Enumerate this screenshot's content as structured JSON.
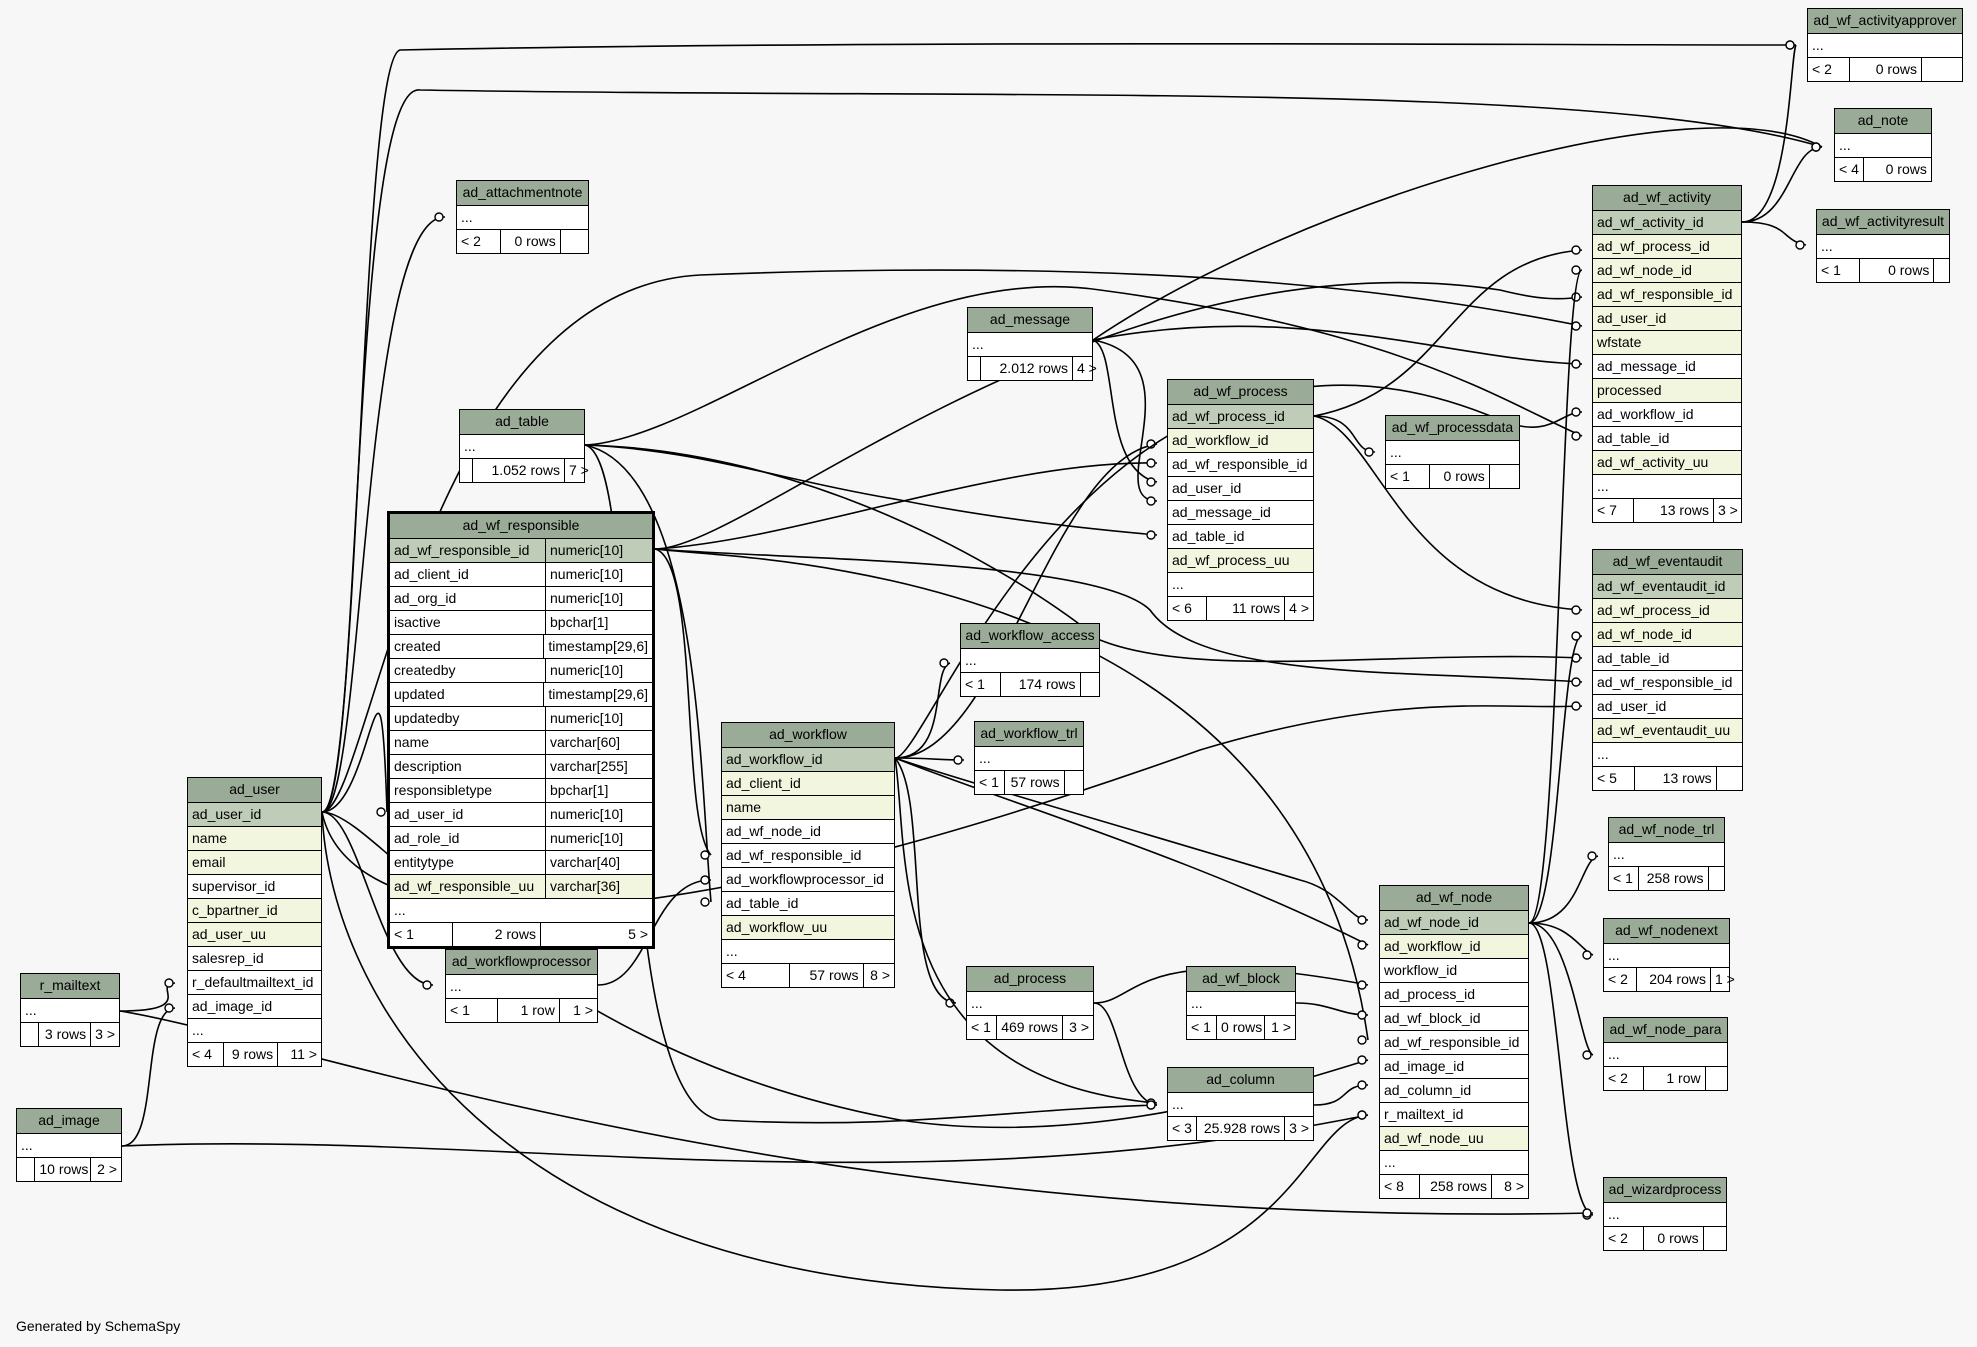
{
  "footer": "Generated by SchemaSpy",
  "colors": {
    "header": "#9aab97",
    "primary_key": "#bfcdb8",
    "indexed": "#f3f6de",
    "plain": "#ffffff",
    "edge": "#000000"
  },
  "tables": [
    {
      "id": "ad_wf_activityapprover",
      "title": "ad_wf_activityapprover",
      "rows": [],
      "footer": [
        "< 2",
        "0 rows",
        ""
      ]
    },
    {
      "id": "ad_note",
      "title": "ad_note",
      "rows": [],
      "footer": [
        "< 4",
        "0 rows",
        ""
      ]
    },
    {
      "id": "ad_wf_activity",
      "title": "ad_wf_activity",
      "rows": [
        {
          "name": "ad_wf_activity_id",
          "kind": "pk"
        },
        {
          "name": "ad_wf_process_id",
          "kind": "idx"
        },
        {
          "name": "ad_wf_node_id",
          "kind": "idx"
        },
        {
          "name": "ad_wf_responsible_id",
          "kind": "idx"
        },
        {
          "name": "ad_user_id",
          "kind": "idx"
        },
        {
          "name": "wfstate",
          "kind": "idx"
        },
        {
          "name": "ad_message_id",
          "kind": "plain"
        },
        {
          "name": "processed",
          "kind": "idx"
        },
        {
          "name": "ad_workflow_id",
          "kind": "plain"
        },
        {
          "name": "ad_table_id",
          "kind": "plain"
        },
        {
          "name": "ad_wf_activity_uu",
          "kind": "idx"
        }
      ],
      "footer": [
        "< 7",
        "13 rows",
        "3 >"
      ]
    },
    {
      "id": "ad_wf_activityresult",
      "title": "ad_wf_activityresult",
      "rows": [],
      "footer": [
        "< 1",
        "0 rows",
        ""
      ]
    },
    {
      "id": "ad_attachmentnote",
      "title": "ad_attachmentnote",
      "rows": [],
      "footer": [
        "< 2",
        "0 rows",
        ""
      ]
    },
    {
      "id": "ad_message",
      "title": "ad_message",
      "rows": [],
      "footer": [
        "",
        "2.012 rows",
        "4 >"
      ]
    },
    {
      "id": "ad_wf_process",
      "title": "ad_wf_process",
      "rows": [
        {
          "name": "ad_wf_process_id",
          "kind": "pk"
        },
        {
          "name": "ad_workflow_id",
          "kind": "idx"
        },
        {
          "name": "ad_wf_responsible_id",
          "kind": "plain"
        },
        {
          "name": "ad_user_id",
          "kind": "plain"
        },
        {
          "name": "ad_message_id",
          "kind": "plain"
        },
        {
          "name": "ad_table_id",
          "kind": "plain"
        },
        {
          "name": "ad_wf_process_uu",
          "kind": "idx"
        }
      ],
      "footer": [
        "< 6",
        "11 rows",
        "4 >"
      ]
    },
    {
      "id": "ad_wf_processdata",
      "title": "ad_wf_processdata",
      "rows": [],
      "footer": [
        "< 1",
        "0 rows",
        ""
      ]
    },
    {
      "id": "ad_table",
      "title": "ad_table",
      "rows": [],
      "footer": [
        "",
        "1.052 rows",
        "7 >"
      ]
    },
    {
      "id": "ad_wf_responsible",
      "title": "ad_wf_responsible",
      "focus": true,
      "rows": [
        {
          "name": "ad_wf_responsible_id",
          "type": "numeric[10]",
          "kind": "pk"
        },
        {
          "name": "ad_client_id",
          "type": "numeric[10]",
          "kind": "plain"
        },
        {
          "name": "ad_org_id",
          "type": "numeric[10]",
          "kind": "plain"
        },
        {
          "name": "isactive",
          "type": "bpchar[1]",
          "kind": "plain"
        },
        {
          "name": "created",
          "type": "timestamp[29,6]",
          "kind": "plain"
        },
        {
          "name": "createdby",
          "type": "numeric[10]",
          "kind": "plain"
        },
        {
          "name": "updated",
          "type": "timestamp[29,6]",
          "kind": "plain"
        },
        {
          "name": "updatedby",
          "type": "numeric[10]",
          "kind": "plain"
        },
        {
          "name": "name",
          "type": "varchar[60]",
          "kind": "plain"
        },
        {
          "name": "description",
          "type": "varchar[255]",
          "kind": "plain"
        },
        {
          "name": "responsibletype",
          "type": "bpchar[1]",
          "kind": "plain"
        },
        {
          "name": "ad_user_id",
          "type": "numeric[10]",
          "kind": "plain"
        },
        {
          "name": "ad_role_id",
          "type": "numeric[10]",
          "kind": "plain"
        },
        {
          "name": "entitytype",
          "type": "varchar[40]",
          "kind": "plain"
        },
        {
          "name": "ad_wf_responsible_uu",
          "type": "varchar[36]",
          "kind": "idx"
        }
      ],
      "footer": [
        "< 1",
        "2 rows",
        "5 >"
      ]
    },
    {
      "id": "ad_wf_eventaudit",
      "title": "ad_wf_eventaudit",
      "rows": [
        {
          "name": "ad_wf_eventaudit_id",
          "kind": "pk"
        },
        {
          "name": "ad_wf_process_id",
          "kind": "idx"
        },
        {
          "name": "ad_wf_node_id",
          "kind": "idx"
        },
        {
          "name": "ad_table_id",
          "kind": "plain"
        },
        {
          "name": "ad_wf_responsible_id",
          "kind": "plain"
        },
        {
          "name": "ad_user_id",
          "kind": "plain"
        },
        {
          "name": "ad_wf_eventaudit_uu",
          "kind": "idx"
        }
      ],
      "footer": [
        "< 5",
        "13 rows",
        ""
      ]
    },
    {
      "id": "ad_workflow_access",
      "title": "ad_workflow_access",
      "rows": [],
      "footer": [
        "< 1",
        "174 rows",
        ""
      ]
    },
    {
      "id": "ad_workflow_trl",
      "title": "ad_workflow_trl",
      "rows": [],
      "footer": [
        "< 1",
        "57 rows",
        ""
      ]
    },
    {
      "id": "ad_workflow",
      "title": "ad_workflow",
      "rows": [
        {
          "name": "ad_workflow_id",
          "kind": "pk"
        },
        {
          "name": "ad_client_id",
          "kind": "idx"
        },
        {
          "name": "name",
          "kind": "idx"
        },
        {
          "name": "ad_wf_node_id",
          "kind": "plain"
        },
        {
          "name": "ad_wf_responsible_id",
          "kind": "plain"
        },
        {
          "name": "ad_workflowprocessor_id",
          "kind": "plain"
        },
        {
          "name": "ad_table_id",
          "kind": "plain"
        },
        {
          "name": "ad_workflow_uu",
          "kind": "idx"
        }
      ],
      "footer": [
        "< 4",
        "57 rows",
        "8 >"
      ]
    },
    {
      "id": "ad_user",
      "title": "ad_user",
      "rows": [
        {
          "name": "ad_user_id",
          "kind": "pk"
        },
        {
          "name": "name",
          "kind": "idx"
        },
        {
          "name": "email",
          "kind": "idx"
        },
        {
          "name": "supervisor_id",
          "kind": "plain"
        },
        {
          "name": "c_bpartner_id",
          "kind": "idx"
        },
        {
          "name": "ad_user_uu",
          "kind": "idx"
        },
        {
          "name": "salesrep_id",
          "kind": "plain"
        },
        {
          "name": "r_defaultmailtext_id",
          "kind": "plain"
        },
        {
          "name": "ad_image_id",
          "kind": "plain"
        }
      ],
      "footer": [
        "< 4",
        "9 rows",
        "11 >"
      ]
    },
    {
      "id": "ad_wf_node_trl",
      "title": "ad_wf_node_trl",
      "rows": [],
      "footer": [
        "< 1",
        "258 rows",
        ""
      ]
    },
    {
      "id": "ad_wf_node",
      "title": "ad_wf_node",
      "rows": [
        {
          "name": "ad_wf_node_id",
          "kind": "pk"
        },
        {
          "name": "ad_workflow_id",
          "kind": "idx"
        },
        {
          "name": "workflow_id",
          "kind": "plain"
        },
        {
          "name": "ad_process_id",
          "kind": "plain"
        },
        {
          "name": "ad_wf_block_id",
          "kind": "plain"
        },
        {
          "name": "ad_wf_responsible_id",
          "kind": "plain"
        },
        {
          "name": "ad_image_id",
          "kind": "plain"
        },
        {
          "name": "ad_column_id",
          "kind": "plain"
        },
        {
          "name": "r_mailtext_id",
          "kind": "plain"
        },
        {
          "name": "ad_wf_node_uu",
          "kind": "idx"
        }
      ],
      "footer": [
        "< 8",
        "258 rows",
        "8 >"
      ]
    },
    {
      "id": "ad_wf_nodenext",
      "title": "ad_wf_nodenext",
      "rows": [],
      "footer": [
        "< 2",
        "204 rows",
        "1 >"
      ]
    },
    {
      "id": "ad_workflowprocessor",
      "title": "ad_workflowprocessor",
      "rows": [],
      "footer": [
        "< 1",
        "1 row",
        "1 >"
      ]
    },
    {
      "id": "ad_process",
      "title": "ad_process",
      "rows": [],
      "footer": [
        "< 1",
        "469 rows",
        "3 >"
      ]
    },
    {
      "id": "ad_wf_block",
      "title": "ad_wf_block",
      "rows": [],
      "footer": [
        "< 1",
        "0 rows",
        "1 >"
      ]
    },
    {
      "id": "r_mailtext",
      "title": "r_mailtext",
      "rows": [],
      "footer": [
        "",
        "3 rows",
        "3 >"
      ]
    },
    {
      "id": "ad_wf_node_para",
      "title": "ad_wf_node_para",
      "rows": [],
      "footer": [
        "< 2",
        "1 row",
        ""
      ]
    },
    {
      "id": "ad_column",
      "title": "ad_column",
      "rows": [],
      "footer": [
        "< 3",
        "25.928 rows",
        "3 >"
      ]
    },
    {
      "id": "ad_image",
      "title": "ad_image",
      "rows": [],
      "footer": [
        "",
        "10 rows",
        "2 >"
      ]
    },
    {
      "id": "ad_wizardprocess",
      "title": "ad_wizardprocess",
      "rows": [],
      "footer": [
        "< 2",
        "0 rows",
        ""
      ]
    }
  ]
}
